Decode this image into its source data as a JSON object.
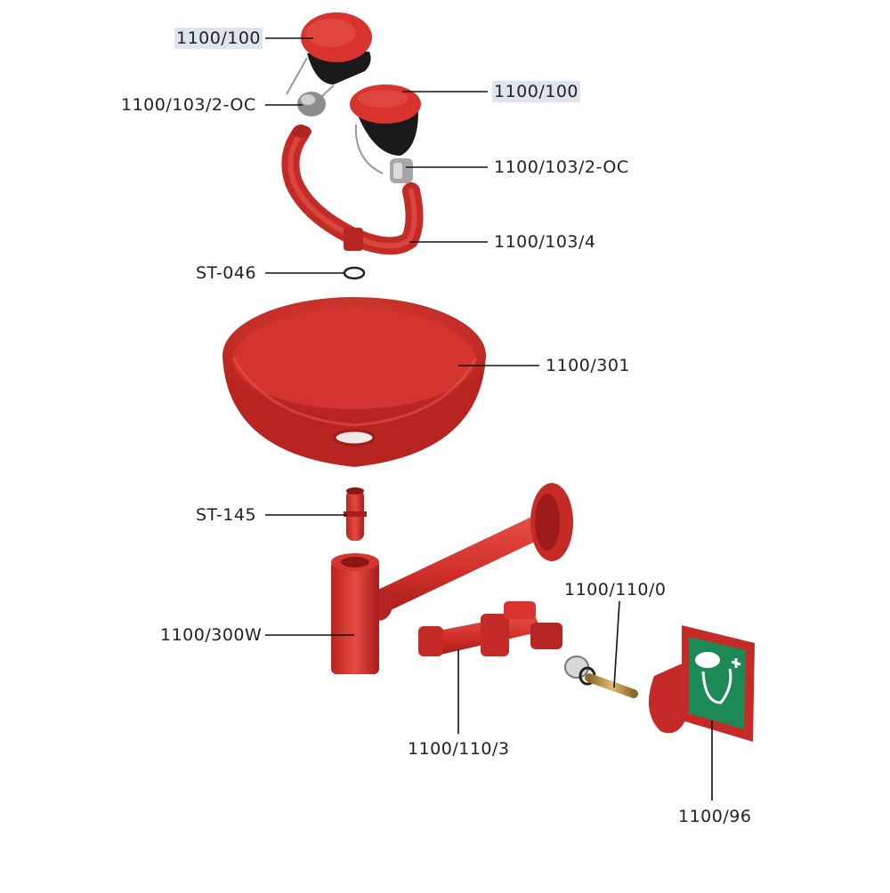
{
  "colors": {
    "part_red": "#d9332f",
    "part_red_dark": "#a81e1c",
    "part_red_light": "#ea6a62",
    "label_highlight": "#dde5f1",
    "sign_green": "#1d8a55"
  },
  "labels": [
    {
      "id": "cover-top-left",
      "text": "1100/100",
      "highlighted": true
    },
    {
      "id": "nozzle-left",
      "text": "1100/103/2-OC",
      "highlighted": false
    },
    {
      "id": "cover-right",
      "text": "1100/100",
      "highlighted": true
    },
    {
      "id": "nozzle-right",
      "text": "1100/103/2-OC",
      "highlighted": false
    },
    {
      "id": "u-pipe",
      "text": "1100/103/4",
      "highlighted": false
    },
    {
      "id": "o-ring",
      "text": "ST-046",
      "highlighted": false
    },
    {
      "id": "bowl",
      "text": "1100/301",
      "highlighted": false
    },
    {
      "id": "strainer",
      "text": "ST-145",
      "highlighted": false
    },
    {
      "id": "wall-bracket",
      "text": "1100/300W",
      "highlighted": false
    },
    {
      "id": "valve-key",
      "text": "1100/110/0",
      "highlighted": false
    },
    {
      "id": "valve-body",
      "text": "1100/110/3",
      "highlighted": false
    },
    {
      "id": "sign-paddle",
      "text": "1100/96",
      "highlighted": false
    }
  ]
}
